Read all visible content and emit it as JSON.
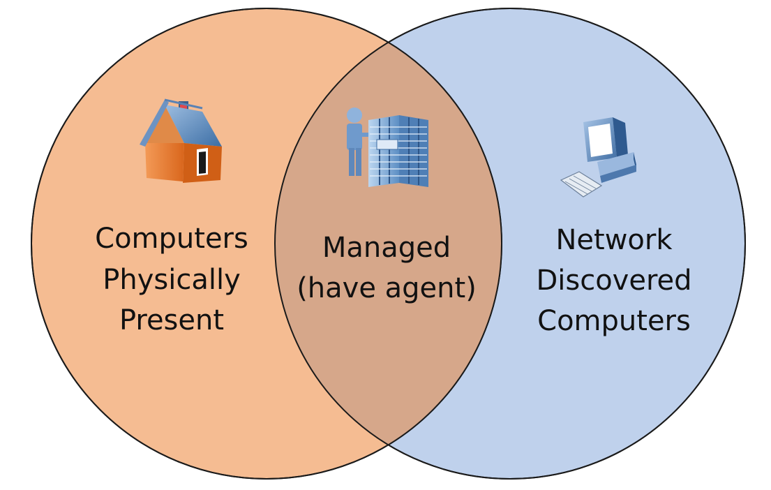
{
  "diagram": {
    "left_set": {
      "label_lines": [
        "Computers",
        "Physically",
        "Present"
      ],
      "icon": "house-icon",
      "fill": "#F5BC92"
    },
    "right_set": {
      "label_lines": [
        "Network",
        "Discovered",
        "Computers"
      ],
      "icon": "desktop-computer-icon",
      "fill": "#BFD1EC"
    },
    "intersection": {
      "label_lines": [
        "Managed",
        "(have agent)"
      ],
      "icon": "admin-server-rack-icon",
      "fill": "#D6A78A"
    },
    "outline_color": "#1a1a1a"
  }
}
